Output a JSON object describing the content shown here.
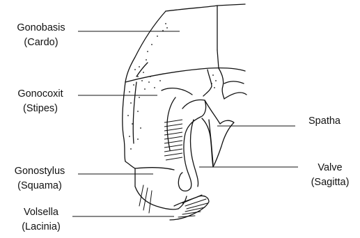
{
  "labels": {
    "gonobasis": {
      "name": "Gonobasis",
      "alt": "(Cardo)"
    },
    "gonocoxit": {
      "name": "Gonocoxit",
      "alt": "(Stipes)"
    },
    "gonostylus": {
      "name": "Gonostylus",
      "alt": "(Squama)"
    },
    "volsella": {
      "name": "Volsella",
      "alt": "(Lacinia)"
    },
    "spatha": {
      "name": "Spatha"
    },
    "valve": {
      "name": "Valve",
      "alt": "(Sagitta)"
    }
  },
  "colors": {
    "ink": "#111111",
    "background": "#ffffff"
  }
}
